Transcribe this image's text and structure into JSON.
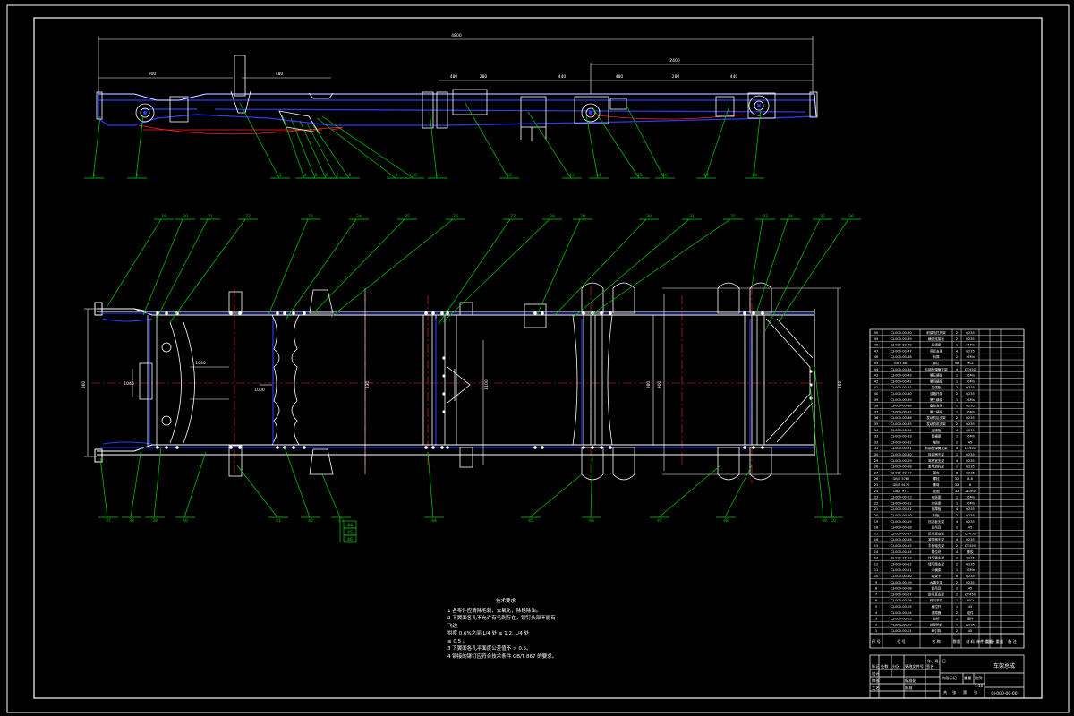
{
  "drawing": {
    "title": "车架总成",
    "drawing_number": "CJ-000-00-00",
    "colors": {
      "background": "#000000",
      "outline": "#ffffff",
      "frame": "#2b3cff",
      "leader": "#00d000",
      "centerline": "#ff2020",
      "dimension": "#ffffff"
    }
  },
  "top_view": {
    "dimensions": [
      "4800",
      "900",
      "480",
      "2400",
      "480",
      "280",
      "440",
      "480",
      "280",
      "440"
    ]
  },
  "plan_view": {
    "dimensions": [
      "860",
      "1040",
      "1040",
      "1000",
      "830",
      "1100",
      "980",
      "900",
      "360"
    ]
  },
  "leaders": {
    "top": [
      "1",
      "2",
      "3",
      "4",
      "5",
      "6",
      "7",
      "8",
      "9",
      "10",
      "11",
      "12",
      "13",
      "14",
      "15",
      "16",
      "17",
      "18"
    ],
    "plan_upper": [
      "19",
      "20",
      "21",
      "22",
      "23",
      "24",
      "25",
      "26",
      "27",
      "28",
      "29",
      "30",
      "31",
      "32",
      "33",
      "34",
      "35",
      "36"
    ],
    "plan_lower": [
      "37",
      "38",
      "39",
      "40",
      "41",
      "42",
      "43",
      "44",
      "45",
      "46",
      "47",
      "48",
      "49",
      "50"
    ],
    "stack": [
      "44",
      "45",
      "46"
    ]
  },
  "technical_notes": {
    "title": "技术要求",
    "lines": [
      "1  各零件应清除毛刺，去氧化，除锈除油。",
      "2  下翼面各孔不允许有毛刺存在，铆钉头部不能有",
      "飞边",
      "拱度 0.6%之间 L/4 处 ≤ 1.2,  L/4 处",
      "≤ 0.5 。",
      "3  下翼面各孔平面度公差值不 > 0.5。",
      "4  铆接的铆钉应符合技术条件 GB/T 867 的要求。"
    ]
  },
  "parts_list": {
    "header": [
      "序 号",
      "代 号",
      "名 称",
      "数量",
      "材 料",
      "单件 重量",
      "总计 重量",
      "备 注"
    ],
    "rows": [
      [
        "50",
        "CJ-000-00-50",
        "前保险杠托架",
        "2",
        "Q235"
      ],
      [
        "49",
        "CJ-000-00-49",
        "横梁连接板",
        "2",
        "Q235"
      ],
      [
        "48",
        "CJ-000-00-48",
        "后横梁",
        "1",
        "16Mn"
      ],
      [
        "47",
        "CJ-000-00-47",
        "吊耳支架",
        "4",
        "Q235"
      ],
      [
        "46",
        "CJ-000-00-46",
        "斜撑",
        "2",
        "16Mn"
      ],
      [
        "45",
        "GB/T 867",
        "铆钉",
        "96",
        "ML2"
      ],
      [
        "44",
        "CJ-000-00-44",
        "后钢板弹簧支架",
        "4",
        "QT450"
      ],
      [
        "43",
        "CJ-000-00-43",
        "第五横梁",
        "1",
        "16Mn"
      ],
      [
        "42",
        "CJ-000-00-42",
        "第四横梁",
        "1",
        "16Mn"
      ],
      [
        "41",
        "CJ-000-00-41",
        "加强板",
        "2",
        "Q235"
      ],
      [
        "40",
        "CJ-000-00-40",
        "油箱托架",
        "2",
        "Q235"
      ],
      [
        "39",
        "CJ-000-00-39",
        "第三横梁",
        "1",
        "16Mn"
      ],
      [
        "38",
        "CJ-000-00-38",
        "备胎支架",
        "1",
        "Q235"
      ],
      [
        "37",
        "CJ-000-00-37",
        "第二横梁",
        "1",
        "16Mn"
      ],
      [
        "36",
        "CJ-000-00-36",
        "发动机后支架",
        "2",
        "Q235"
      ],
      [
        "35",
        "CJ-000-00-35",
        "发动机前支架",
        "2",
        "Q235"
      ],
      [
        "34",
        "CJ-000-00-34",
        "连接板",
        "4",
        "Q235"
      ],
      [
        "33",
        "CJ-000-00-33",
        "前横梁",
        "1",
        "16Mn"
      ],
      [
        "32",
        "CJ-000-00-32",
        "拖钩",
        "2",
        "45"
      ],
      [
        "31",
        "CJ-000-00-31",
        "前钢板弹簧支架",
        "4",
        "QT450"
      ],
      [
        "30",
        "CJ-000-00-30",
        "转向器支架",
        "1",
        "Q235"
      ],
      [
        "29",
        "CJ-000-00-29",
        "驾驶室支架",
        "4",
        "Q235"
      ],
      [
        "28",
        "CJ-000-00-28",
        "蓄电池托架",
        "1",
        "Q235"
      ],
      [
        "27",
        "CJ-000-00-27",
        "管夹",
        "8",
        "Q235"
      ],
      [
        "26",
        "GB/T 5782",
        "螺栓",
        "32",
        "8.8"
      ],
      [
        "25",
        "GB/T 6170",
        "螺母",
        "32",
        "8"
      ],
      [
        "24",
        "GB/T 97.1",
        "垫圈",
        "32",
        "140HV"
      ],
      [
        "23",
        "CJ-000-00-23",
        "右纵梁",
        "1",
        "16Mn"
      ],
      [
        "22",
        "CJ-000-00-22",
        "左纵梁",
        "1",
        "16Mn"
      ],
      [
        "21",
        "CJ-000-00-21",
        "角撑板",
        "4",
        "Q235"
      ],
      [
        "20",
        "CJ-000-00-20",
        "封板",
        "2",
        "Q235"
      ],
      [
        "19",
        "CJ-000-00-19",
        "挡泥板支架",
        "4",
        "Q235"
      ],
      [
        "18",
        "CJ-000-00-18",
        "后吊耳",
        "2",
        "45"
      ],
      [
        "17",
        "CJ-000-00-17",
        "后吊耳支架",
        "2",
        "QT450"
      ],
      [
        "16",
        "CJ-000-00-16",
        "减振器支架",
        "4",
        "Q235"
      ],
      [
        "15",
        "CJ-000-00-15",
        "平衡轴支架",
        "2",
        "QT450"
      ],
      [
        "14",
        "CJ-000-00-14",
        "限位块",
        "4",
        "橡胶"
      ],
      [
        "13",
        "CJ-000-00-13",
        "排气管支架",
        "2",
        "Q235"
      ],
      [
        "12",
        "CJ-000-00-12",
        "储气筒支架",
        "2",
        "Q235"
      ],
      [
        "11",
        "CJ-000-00-11",
        "中横梁",
        "1",
        "16Mn"
      ],
      [
        "10",
        "CJ-000-00-10",
        "线束卡",
        "6",
        "Q235"
      ],
      [
        "9",
        "CJ-000-00-09",
        "水箱支架",
        "2",
        "Q235"
      ],
      [
        "8",
        "CJ-000-00-08",
        "前吊耳",
        "2",
        "45"
      ],
      [
        "7",
        "CJ-000-00-07",
        "前吊耳支架",
        "2",
        "QT450"
      ],
      [
        "6",
        "CJ-000-00-06",
        "转向节臂",
        "1",
        "40Cr"
      ],
      [
        "5",
        "CJ-000-00-05",
        "横拉杆",
        "1",
        "45"
      ],
      [
        "4",
        "CJ-000-00-04",
        "减振器",
        "2",
        "组件"
      ],
      [
        "3",
        "CJ-000-00-03",
        "前桥",
        "1",
        "组件"
      ],
      [
        "2",
        "CJ-000-00-02",
        "前保险杠",
        "1",
        "Q235"
      ],
      [
        "1",
        "CJ-000-00-01",
        "牵引钩",
        "2",
        "45"
      ]
    ]
  },
  "title_block": {
    "sign_labels": [
      "标记",
      "处数",
      "分区",
      "更改文件号",
      "签名",
      "年、月、日"
    ],
    "role_labels": [
      "设计",
      "审核",
      "工艺",
      "标准化",
      "批准"
    ],
    "stage_labels": [
      "阶段标记",
      "重量",
      "比例"
    ],
    "scale": "1:10",
    "sheet_labels": [
      "共",
      "张",
      "第",
      "张"
    ],
    "drawing_title": "车架总成",
    "drawing_number": "CJ-000-00-00"
  }
}
